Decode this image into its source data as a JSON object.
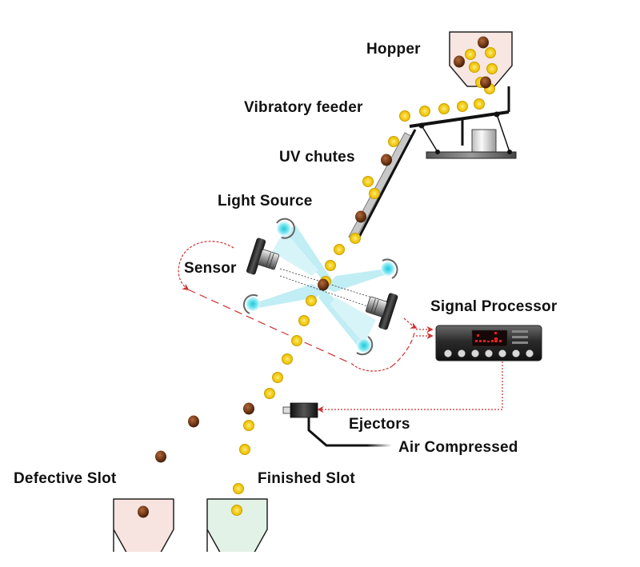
{
  "title": "Optical Sorting Machine Process",
  "labels": {
    "hopper": "Hopper",
    "vibratory_feeder": "Vibratory feeder",
    "uv_chutes": "UV chutes",
    "light_source": "Light Source",
    "sensor": "Sensor",
    "signal_processor": "Signal Processor",
    "ejectors": "Ejectors",
    "air_compressed": "Air Compressed",
    "defective_slot": "Defective Slot",
    "finished_slot": "Finished Slot"
  },
  "colors": {
    "good_item": "#f5d020",
    "good_item_edge": "#c9a200",
    "defective_item": "#7a3f1c",
    "signal_line": "#d03030",
    "light_beam": "#7fd8e8",
    "light_core": "#30d0e0",
    "defective_bin": "#f7e4e0",
    "finished_bin": "#e3f2e6",
    "hopper_fill": "#f8e6e2"
  },
  "components": [
    {
      "id": "hopper",
      "name": "Hopper"
    },
    {
      "id": "vibratory-feeder",
      "name": "Vibratory feeder"
    },
    {
      "id": "uv-chute",
      "name": "UV chutes"
    },
    {
      "id": "light-source",
      "name": "Light Source",
      "count": 4
    },
    {
      "id": "sensor",
      "name": "Sensor",
      "count": 2
    },
    {
      "id": "signal-processor",
      "name": "Signal Processor",
      "buttons": 7
    },
    {
      "id": "ejector",
      "name": "Ejectors"
    },
    {
      "id": "air-line",
      "name": "Air Compressed"
    },
    {
      "id": "defective-bin",
      "name": "Defective Slot"
    },
    {
      "id": "finished-bin",
      "name": "Finished Slot"
    }
  ]
}
